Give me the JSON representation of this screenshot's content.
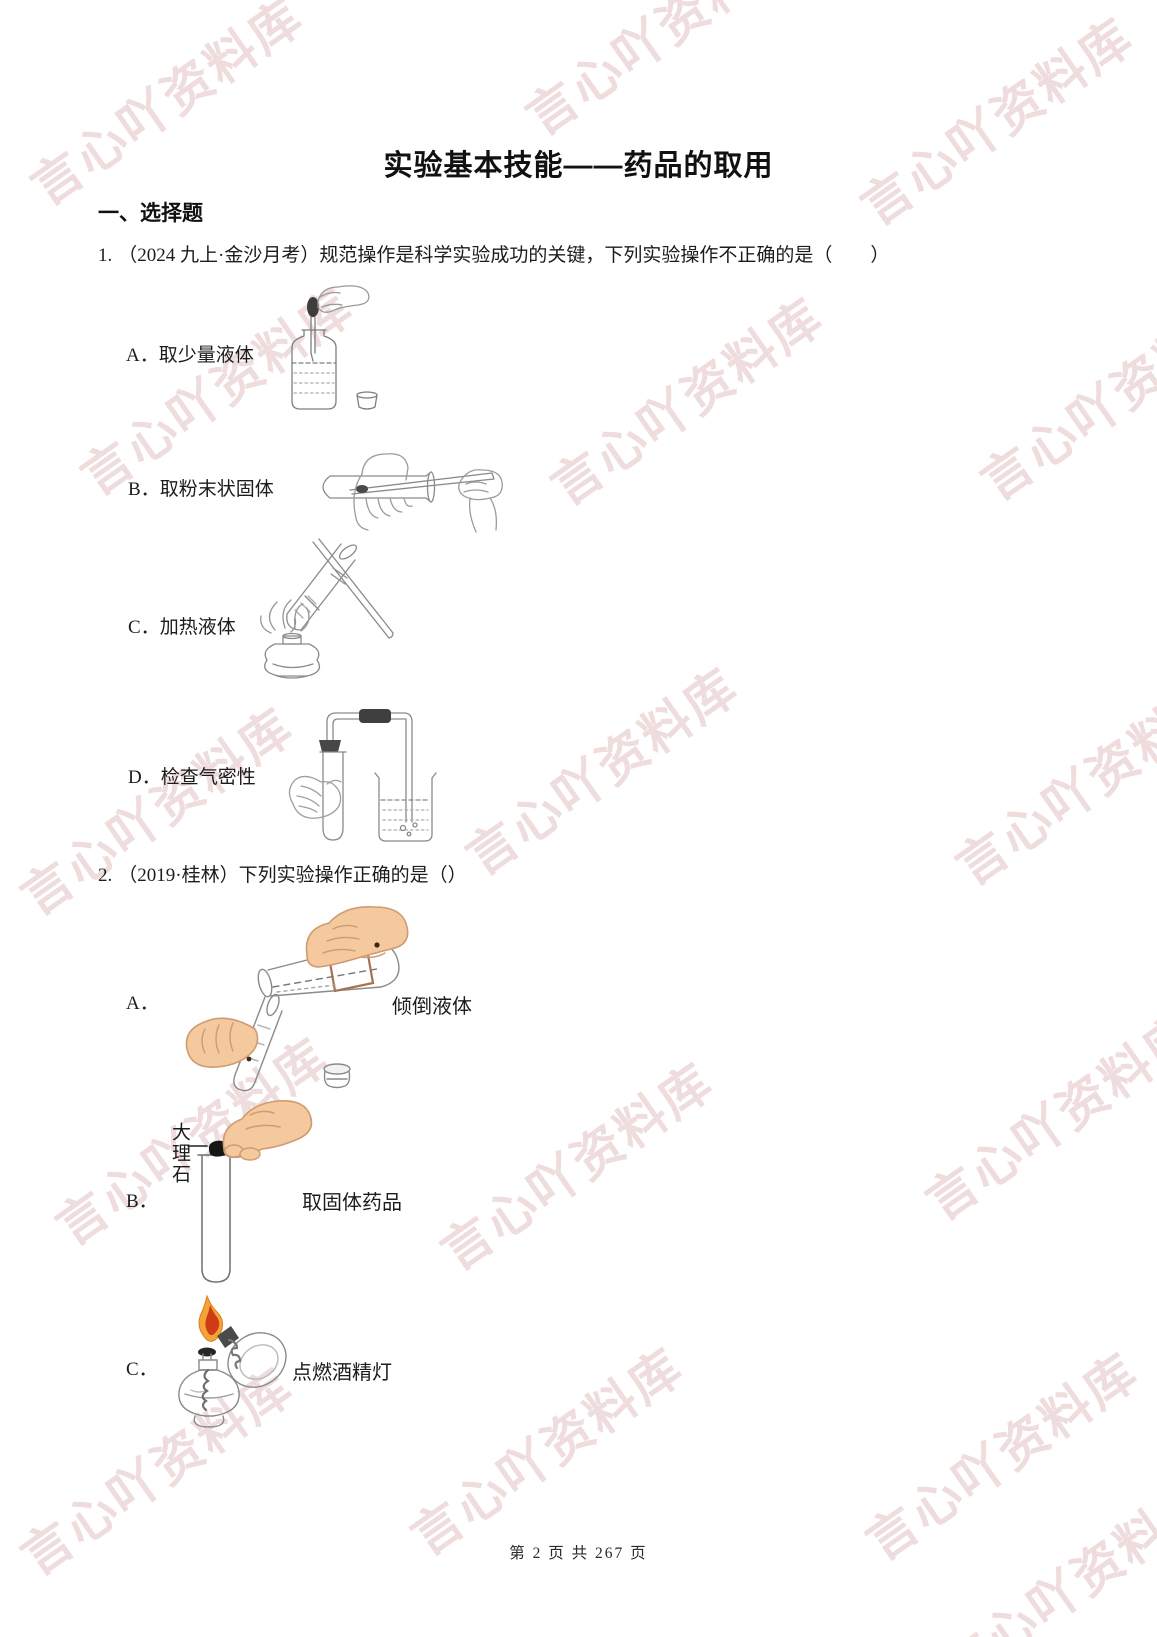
{
  "page": {
    "title": "实验基本技能——药品的取用",
    "section_heading": "一、选择题",
    "footer": "第 2 页 共 267 页",
    "watermark_text": "言心吖资料库"
  },
  "accents": {
    "watermark_pink": "#d6a3a3",
    "skin_tone": "#f4c99e",
    "flame_orange": "#f2a536",
    "flame_red": "#cf3a17",
    "label_box_brown": "#a8714f"
  },
  "question1": {
    "number": "1.",
    "stem": "（2024 九上·金沙月考）规范操作是科学实验成功的关键，下列实验操作不正确的是（　　）",
    "options": [
      {
        "label": "A．",
        "text": "取少量液体",
        "illustration": "taking-liquid-with-dropper"
      },
      {
        "label": "B．",
        "text": "取粉末状固体",
        "illustration": "adding-powder-with-paper-trough"
      },
      {
        "label": "C．",
        "text": "加热液体",
        "illustration": "heating-liquid-in-test-tube"
      },
      {
        "label": "D．",
        "text": "检查气密性",
        "illustration": "checking-airtightness"
      }
    ]
  },
  "question2": {
    "number": "2.",
    "stem": "（2019·桂林）下列实验操作正确的是（）",
    "options": [
      {
        "label": "A．",
        "caption": "倾倒液体",
        "illustration": "pouring-liquid"
      },
      {
        "label": "B．",
        "caption": "取固体药品",
        "annotation": "大理石",
        "illustration": "adding-solid-marble"
      },
      {
        "label": "C．",
        "caption": "点燃酒精灯",
        "illustration": "lighting-alcohol-lamp"
      }
    ]
  }
}
